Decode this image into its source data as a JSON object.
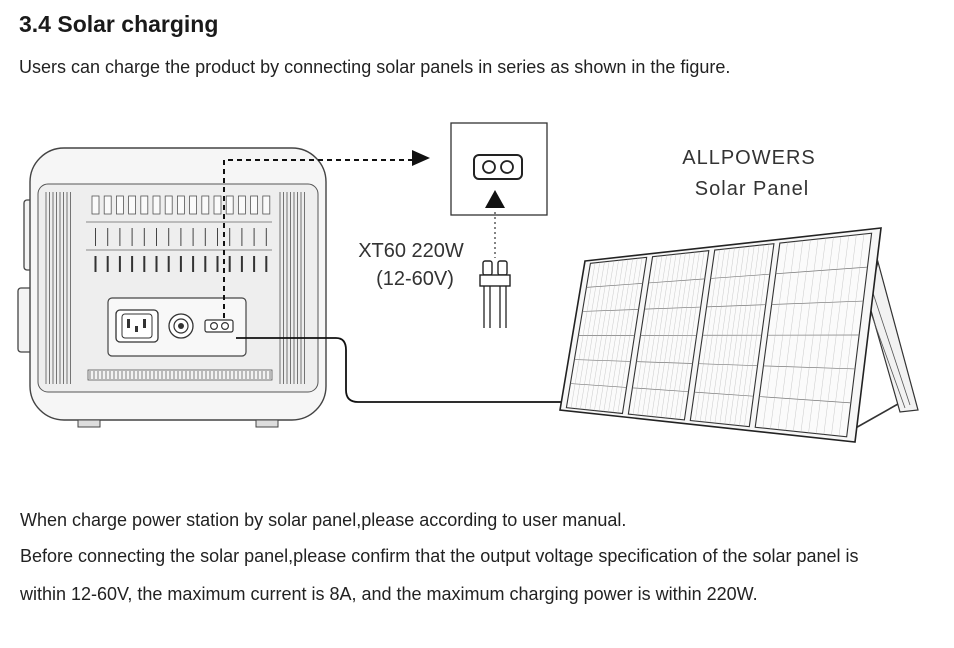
{
  "section": {
    "title": "3.4 Solar charging",
    "intro": "Users can charge the product by connecting solar panels in series as shown in the figure."
  },
  "figure": {
    "panel_brand": "ALLPOWERS",
    "panel_name": "Solar Panel",
    "port_name": "XT60 220W",
    "port_range": "(12-60V)"
  },
  "notes": {
    "line1": "When charge power station by solar panel,please according to user manual.",
    "line2": "Before connecting the solar panel,please confirm that the output voltage specification of the solar panel is",
    "line3": "within 12-60V, the maximum current is 8A, and the maximum charging power is within 220W."
  },
  "colors": {
    "line": "#333333",
    "fill": "#f4f4f4",
    "text": "#222222"
  }
}
